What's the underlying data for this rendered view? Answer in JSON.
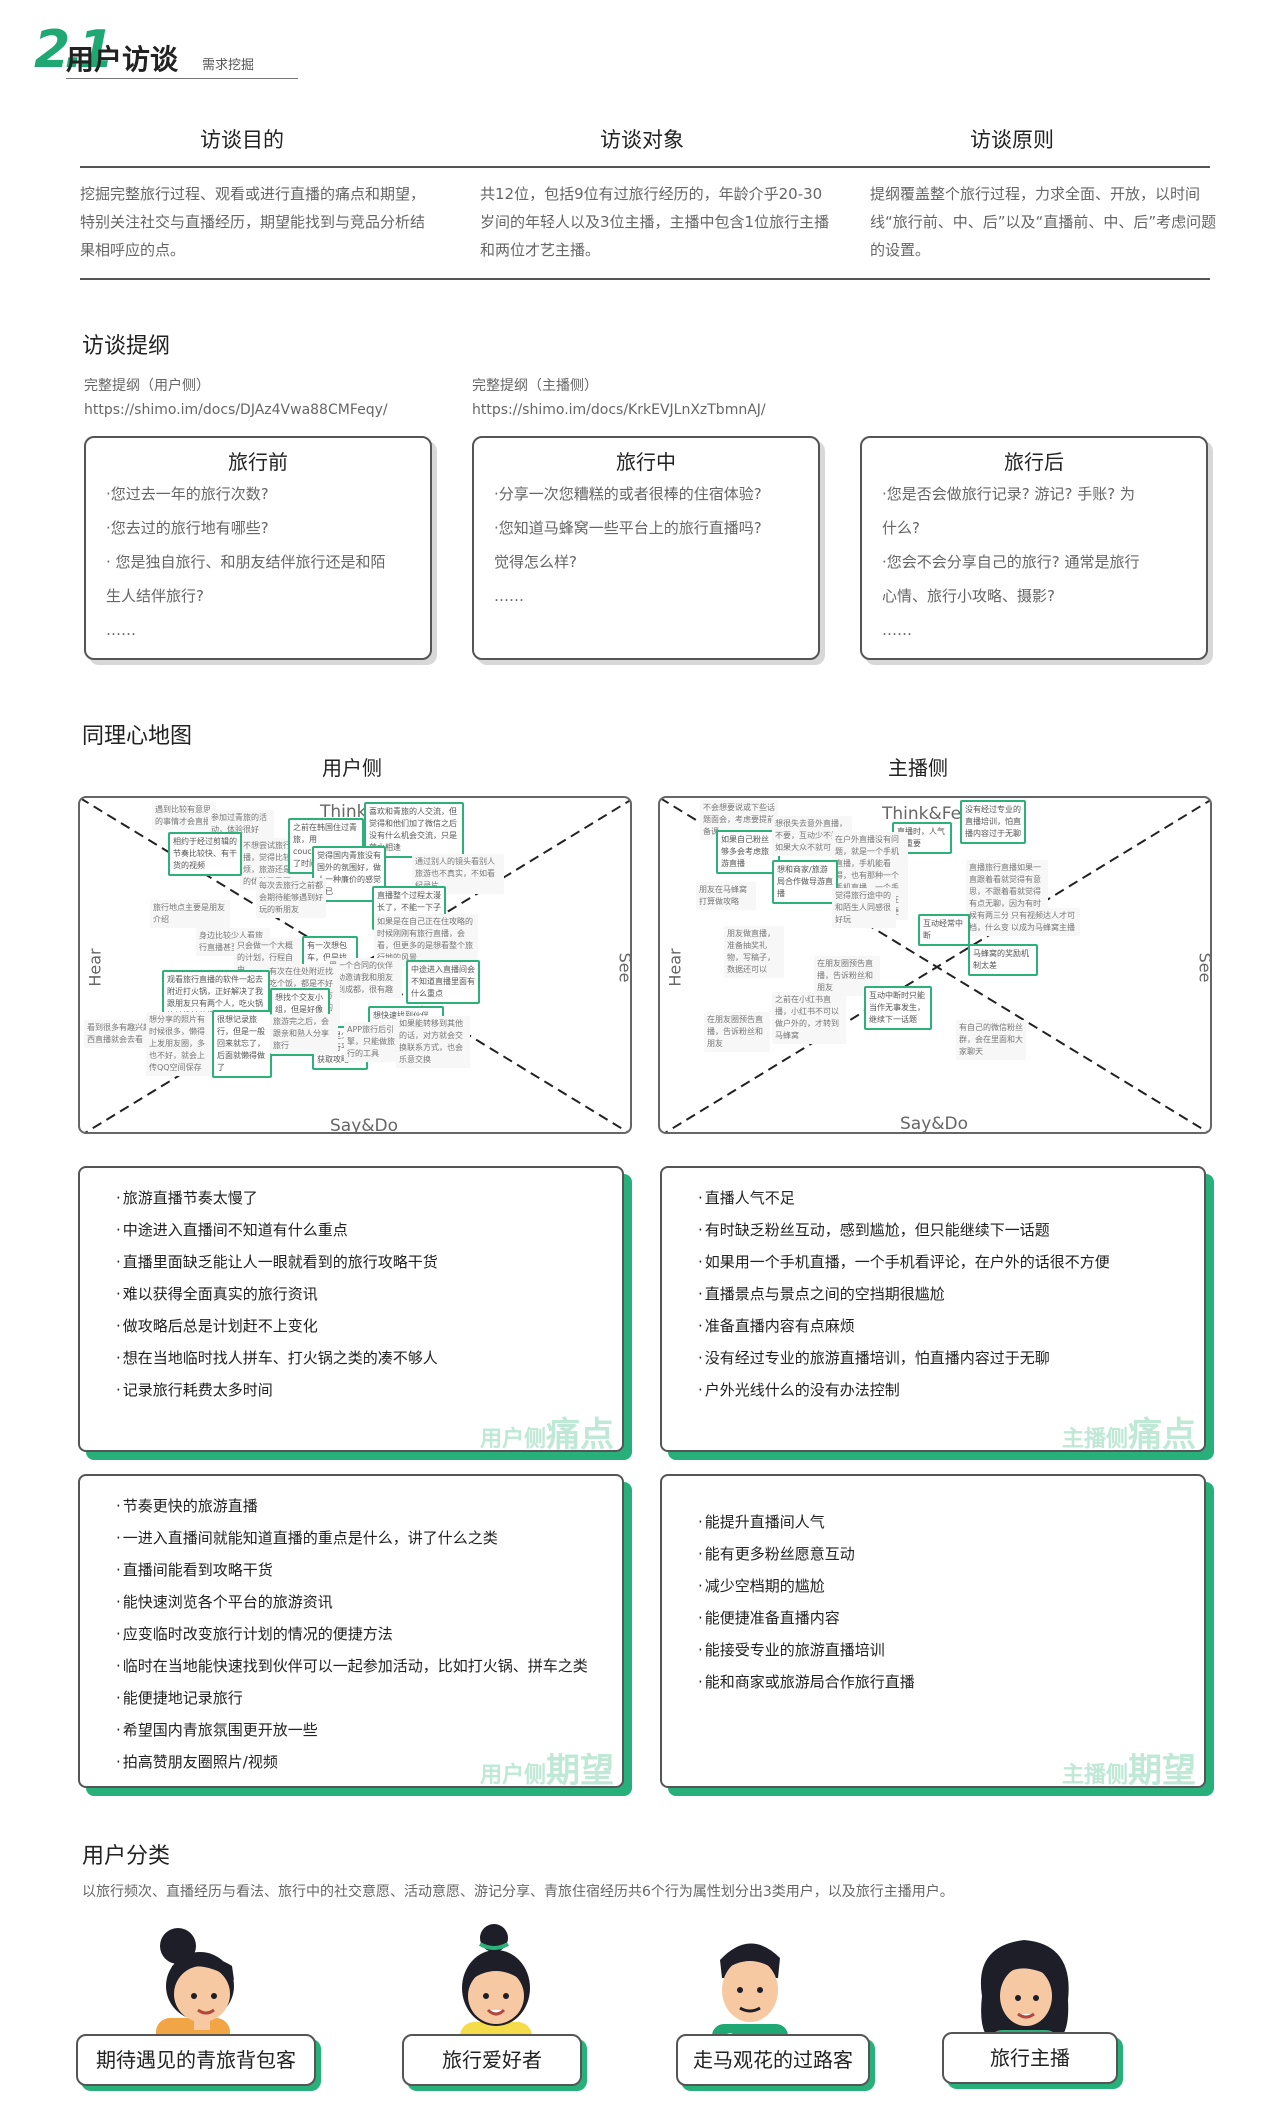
{
  "header": {
    "number": "2.1",
    "title": "用户访谈",
    "subtitle": "需求挖掘"
  },
  "intro": [
    {
      "heading": "访谈目的",
      "text": "挖掘完整旅行过程、观看或进行直播的痛点和期望，特别关注社交与直播经历，期望能找到与竞品分析结果相呼应的点。"
    },
    {
      "heading": "访谈对象",
      "text": "共12位，包括9位有过旅行经历的，年龄介乎20-30岁间的年轻人以及3位主播，主播中包含1位旅行主播和两位才艺主播。"
    },
    {
      "heading": "访谈原则",
      "text": "提纲覆盖整个旅行过程，力求全面、开放，以时间线“旅行前、中、后”以及“直播前、中、后”考虑问题的设置。"
    }
  ],
  "outline": {
    "title": "访谈提纲",
    "links": [
      {
        "label": "完整提纲（用户侧）",
        "url": "https://shimo.im/docs/DJAz4Vwa88CMFeqy/"
      },
      {
        "label": "完整提纲（主播侧）",
        "url": "https://shimo.im/docs/KrkEVJLnXzTbmnAJ/"
      }
    ],
    "cards": [
      {
        "title": "旅行前",
        "lines": [
          "·您过去一年的旅行次数?",
          "·您去过的旅行地有哪些?",
          "· 您是独自旅行、和朋友结伴旅行还是和陌",
          "生人结伴旅行?",
          "……"
        ]
      },
      {
        "title": "旅行中",
        "lines": [
          "·分享一次您糟糕的或者很棒的住宿体验?",
          "·您知道马蜂窝一些平台上的旅行直播吗?",
          "觉得怎么样?",
          "……"
        ]
      },
      {
        "title": "旅行后",
        "lines": [
          "·您是否会做旅行记录? 游记? 手账? 为",
          "什么?",
          "·您会不会分享自己的旅行? 通常是旅行",
          "心情、旅行小攻略、摄影?",
          "……"
        ]
      }
    ]
  },
  "empathy": {
    "title": "同理心地图",
    "user_label": "用户侧",
    "anchor_label": "主播侧",
    "quadrants": {
      "think": "Think&Feel",
      "say": "Say&Do",
      "hear": "Hear",
      "see": "See"
    },
    "user_notes": [
      "遇到比较有意思的事情才会直播",
      "参加过青旅的活动，体验很好",
      "喜欢和青旅的人交流，但觉得和他们加了微信之后没有什么机会交流，只是萍水相逢",
      "不想尝试旅行直播，觉得比较麻烦，旅游还是自己的体验最重要",
      "之前在韩国住过青旅，用couchsurfing约了时间，体验很好",
      "相约于经过剪辑的节奏比较快、有干货的视频",
      "觉得国内青旅没有国外的氛围好，做人一种廉价的感觉而已",
      "通过别人的镜头看别人旅游也不真实，不如看纪录片",
      "每次去旅行之前都会期待能够遇到好玩的新朋友",
      "旅行地点主要是朋友介绍",
      "直播整个过程太漫长了，不能一下子吸引到我",
      "如果是在自己正在住攻略的时候刚刚有旅行直播，会看，但更多的是想看整个旅行地的风景",
      "身边比较少人看旅行直播甚至是直播",
      "只会做一个大概的计划，行程自由",
      "有一次想包车，但是找不够人",
      "用一个合同的伙伴主动邀请我和朋友来到成都，很有趣",
      "中途进入直播间会不知道直播里面有什么重点",
      "有次在住处附近找吃个饭，都是不好吃，最好去的地方有时还没有地图的信息",
      "观看旅行直播的软件一起去附近打火锅，正好解决了我跟朋友只有两个人，吃火锅比较尴尬的问题",
      "想找个交友小组，但是好像一直没有，只能等在直播里面看有没有",
      "会用里少网个微行平台获取攻略",
      "想快速找到伙伴，在旅游或者马蜂窝上发贴寻找",
      "看到很多有趣兴趣的东西直播就会去看",
      "想分享的照片有时候很多，懒得上发朋友圈，多也不好，就会上传QQ空间保存",
      "很想记录旅行，但是一般回来就忘了，后面就懒得做了",
      "旅游完之后，会跟亲和熟人分享旅行",
      "APP旅行后引擎，只能做旅行的工具",
      "如果能转移到其他的话，对方就会交换联系方式，也会乐意交换"
    ],
    "anchor_notes": [
      "不会想要说或下些话题面会，考虑要提前备课",
      "没有经过专业的直播培训，怕直播内容过于无聊",
      "如果自己粉丝够多会考虑旅游直播",
      "想很失去意外直播，不要，互动少不好，如果大众不就可以走",
      "直播时，人气很重要",
      "在户外直播没有问题，就是一个手机直播，手机能看得，也有那种一个手机直播，一个手机看评论，但是在户外的话就不方便",
      "想和商家/旅游局合作做导游直播",
      "朋友在马蜂窝打算做攻略",
      "觉得旅行途中的和陌生人同感很好玩",
      "直播旅行直播如果一直跟着看就觉得有意思，不跟着看就觉得有点无聊，因为有时候有两三分钟的空档，什么变化也没有",
      "互动经常中断",
      "只有视频达人才可以成为马蜂窝主播",
      "朋友做直播，准备抽奖礼物，写稿子，数据还可以",
      "马蜂窝的奖励机制太差",
      "在朋友圈预告直播，告诉粉丝和朋友",
      "之前在小红书直播，小红书不可以做户外的，才转到马蜂窝",
      "互动中断时只能当作无事发生，继续下一话题",
      "在朋友圈预告直播，告诉粉丝和朋友",
      "有自己的微信粉丝群，会在里面和大家聊天"
    ],
    "user_pain": {
      "items": [
        "旅游直播节奏太慢了",
        "中途进入直播间不知道有什么重点",
        "直播里面缺乏能让人一眼就看到的旅行攻略干货",
        "难以获得全面真实的旅行资讯",
        "做攻略后总是计划赶不上变化",
        "想在当地临时找人拼车、打火锅之类的凑不够人",
        "记录旅行耗费太多时间"
      ],
      "tag_a": "用户侧",
      "tag_b": "痛点"
    },
    "anchor_pain": {
      "items": [
        "直播人气不足",
        "有时缺乏粉丝互动，感到尴尬，但只能继续下一话题",
        "如果用一个手机直播，一个手机看评论，在户外的话很不方便",
        "直播景点与景点之间的空挡期很尴尬",
        "准备直播内容有点麻烦",
        "没有经过专业的旅游直播培训，怕直播内容过于无聊",
        "户外光线什么的没有办法控制"
      ],
      "tag_a": "主播侧",
      "tag_b": "痛点"
    },
    "user_hope": {
      "items": [
        "节奏更快的旅游直播",
        "一进入直播间就能知道直播的重点是什么，讲了什么之类",
        "直播间能看到攻略干货",
        "能快速浏览各个平台的旅游资讯",
        "应变临时改变旅行计划的情况的便捷方法",
        "临时在当地能快速找到伙伴可以一起参加活动，比如打火锅、拼车之类",
        "能便捷地记录旅行",
        "希望国内青旅氛围更开放一些",
        "拍高赞朋友圈照片/视频"
      ],
      "tag_a": "用户侧",
      "tag_b": "期望"
    },
    "anchor_hope": {
      "items": [
        "能提升直播间人气",
        "能有更多粉丝愿意互动",
        "减少空档期的尴尬",
        "能便捷准备直播内容",
        "能接受专业的旅游直播培训",
        "能和商家或旅游局合作旅行直播"
      ],
      "tag_a": "主播侧",
      "tag_b": "期望"
    }
  },
  "personas": {
    "title": "用户分类",
    "desc": "以旅行频次、直播经历与看法、旅行中的社交意愿、活动意愿、游记分享、青旅住宿经历共6个行为属性划分出3类用户，以及旅行主播用户。",
    "labels": [
      "期待遇见的青旅背包客",
      "旅行爱好者",
      "走马观花的过路客",
      "旅行主播"
    ]
  },
  "colors": {
    "accent": "#27b07a",
    "border": "#555555"
  }
}
